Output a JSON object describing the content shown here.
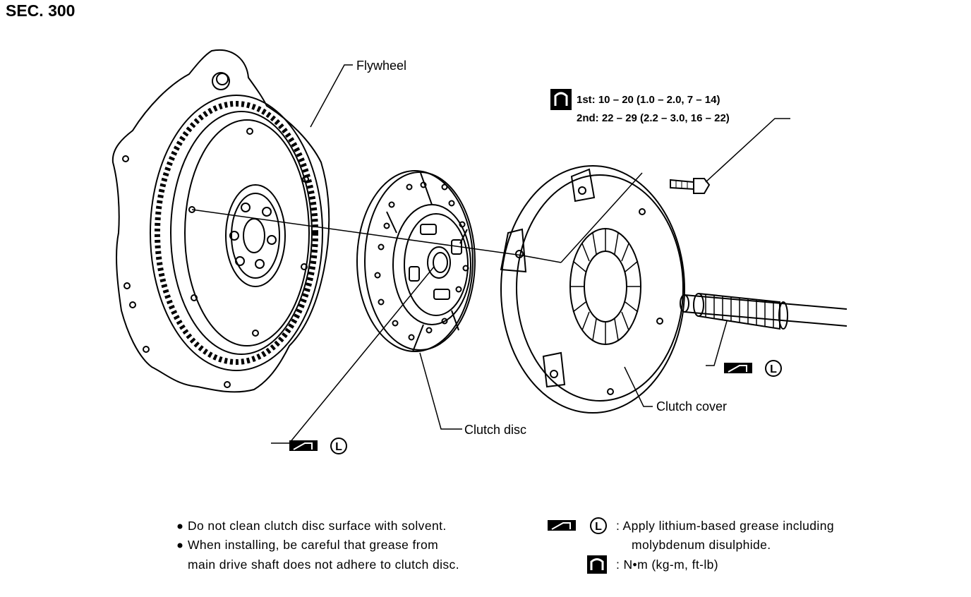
{
  "section": "SEC. 300",
  "labels": {
    "flywheel": "Flywheel",
    "clutch_disc": "Clutch disc",
    "clutch_cover": "Clutch cover"
  },
  "torque_spec": {
    "first": "1st: 10 – 20 (1.0 – 2.0, 7 – 14)",
    "second": "2nd: 22 – 29 (2.2 – 3.0, 16 – 22)"
  },
  "symbols": {
    "grease_letter": "L",
    "torque_icon": "torque-wrench-icon",
    "grease_icon": "grease-applicator-icon"
  },
  "notes": [
    "Do not clean clutch disc surface with solvent.",
    "When installing, be careful that grease from",
    "main drive shaft does not adhere to clutch disc."
  ],
  "legend": {
    "grease_line1": ":  Apply lithium-based grease including",
    "grease_line2": "molybdenum disulphide.",
    "torque_unit": ":  N•m (kg-m, ft-lb)"
  }
}
